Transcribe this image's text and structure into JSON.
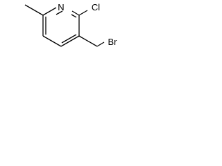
{
  "molecule": {
    "atoms": {
      "nitrogen": "N",
      "chlorine": "Cl",
      "bromine": "Br"
    }
  },
  "colors": {
    "bond": "#000000",
    "text": "#000000",
    "background": "#ffffff"
  }
}
